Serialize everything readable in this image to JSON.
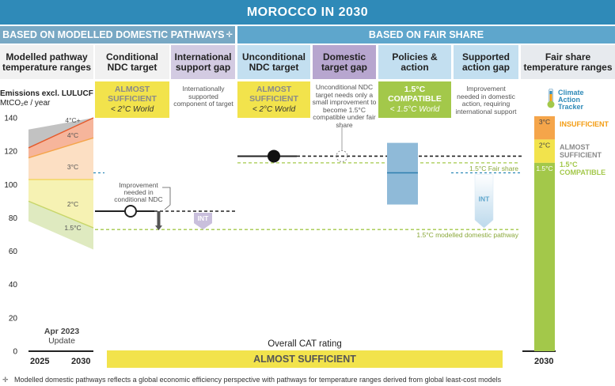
{
  "title": "MOROCCO IN 2030",
  "sections": {
    "left": "BASED ON MODELLED DOMESTIC PATHWAYS",
    "left_mark": "✛",
    "right": "BASED ON FAIR SHARE"
  },
  "columns": {
    "modelled": "Modelled pathway temperature ranges",
    "conditional": "Conditional NDC target",
    "int_support": "International support gap",
    "unconditional": "Unconditional NDC target",
    "domestic_gap": "Domestic target gap",
    "policies": "Policies & action",
    "supported_gap": "Supported action gap",
    "fair_share": "Fair share temperature ranges"
  },
  "ratings": {
    "conditional": {
      "label": "ALMOST SUFFICIENT",
      "sub": "< 2°C World"
    },
    "unconditional": {
      "label": "ALMOST SUFFICIENT",
      "sub": "< 2°C World"
    },
    "policies": {
      "label": "1.5°C COMPATIBLE",
      "sub": "< 1.5°C World"
    }
  },
  "notes": {
    "int_support": "Internationally supported component of target",
    "domestic_gap": "Unconditional NDC target needs only a small improvement to become 1.5°C compatible under fair share",
    "supported_gap": "Improvement needed in domestic action, requiring international support",
    "conditional_improvement": "Improvement needed in conditional NDC"
  },
  "logo": {
    "line1": "Climate",
    "line2": "Action",
    "line3": "Tracker"
  },
  "y_axis": {
    "label": "Emissions excl. LULUCF",
    "unit": "MtCO₂e / year"
  },
  "update": {
    "line1": "Apr 2023",
    "line2": "Update"
  },
  "overall": {
    "label": "Overall CAT rating",
    "value": "ALMOST SUFFICIENT"
  },
  "footnote": "Modelled domestic pathways reflects a global economic efficiency perspective with pathways for temperature ranges derived from global least-cost models",
  "colors": {
    "title": "#2f8ab8",
    "sufficient_yellow": "#f2e34c",
    "compatible_green": "#a3c84a",
    "insufficient_orange": "#f5a54a",
    "policy_blue": "#8fbad8"
  },
  "chart_data": {
    "type": "area",
    "ylim": [
      0,
      140
    ],
    "yticks": [
      0,
      20,
      40,
      60,
      80,
      100,
      120,
      140
    ],
    "x": [
      "2025",
      "2030"
    ],
    "modelled_bands": [
      {
        "name": "4°C+",
        "lower": [
          122,
          140
        ],
        "upper": [
          133,
          140
        ],
        "color": "#b7b7b7"
      },
      {
        "name": "4°C",
        "lower": [
          116,
          128
        ],
        "upper": [
          122,
          140
        ],
        "color": "#f5a88a"
      },
      {
        "name": "3°C",
        "lower": [
          103,
          103
        ],
        "upper": [
          116,
          128
        ],
        "color": "#fbd9b9"
      },
      {
        "name": "2°C",
        "lower": [
          90,
          74
        ],
        "upper": [
          103,
          103
        ],
        "color": "#f5f0a6"
      },
      {
        "name": "1.5°C",
        "lower": [
          78,
          61
        ],
        "upper": [
          90,
          74
        ],
        "color": "#d9e6b5"
      }
    ],
    "reference_lines": [
      {
        "name": "1.5°C Fair share",
        "value": 113,
        "color": "#a3c84a"
      },
      {
        "name": "1.5°C modelled domestic pathway",
        "value": 73,
        "color": "#a3c84a"
      },
      {
        "value": 107,
        "color": "#2f8ab8"
      }
    ],
    "conditional_ndc": {
      "value": 84,
      "target_improved": 73
    },
    "unconditional_ndc": {
      "value": 117
    },
    "int_support_arrow": {
      "from": 84,
      "to": 73,
      "label": "INT"
    },
    "domestic_gap_marker": {
      "value": 117
    },
    "policies_range": {
      "min": 88,
      "max": 125,
      "median": 107
    },
    "supported_gap_arrow": {
      "from": 107,
      "to": 73,
      "label": "INT"
    },
    "fair_share_bands": [
      {
        "name": "3°C",
        "from": 127,
        "to": 141,
        "color": "#f5a54a",
        "label": "INSUFFICIENT",
        "label_color": "#f39c12"
      },
      {
        "name": "2°C",
        "from": 113,
        "to": 127,
        "color": "#f2e34c",
        "label": "ALMOST SUFFICIENT",
        "label_color": "#8a8a8a"
      },
      {
        "name": "1.5°C",
        "from": 0,
        "to": 113,
        "color": "#a3c84a",
        "label": "1.5°C COMPATIBLE",
        "label_color": "#a3c84a"
      }
    ],
    "fair_share_year": "2030"
  }
}
